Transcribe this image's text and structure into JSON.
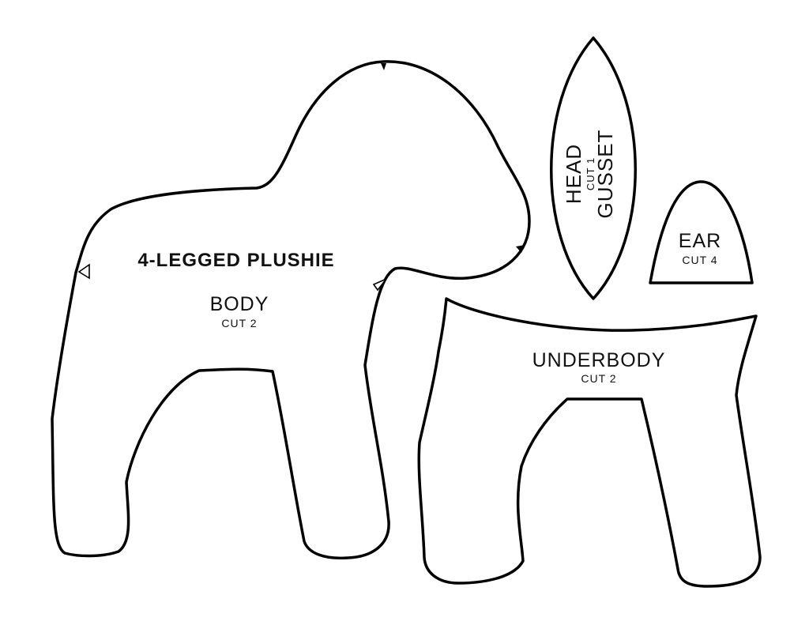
{
  "pattern": {
    "title": "4-LEGGED PLUSHIE",
    "pieces": {
      "body": {
        "name": "BODY",
        "cut": "CUT 2"
      },
      "underbody": {
        "name": "UNDERBODY",
        "cut": "CUT 2"
      },
      "head_gusset": {
        "name_line1": "HEAD",
        "cut": "CUT 1",
        "name_line2": "GUSSET"
      },
      "ear": {
        "name": "EAR",
        "cut": "CUT 4"
      }
    }
  },
  "colors": {
    "outline": "#000000",
    "paper": "#ffffff"
  }
}
